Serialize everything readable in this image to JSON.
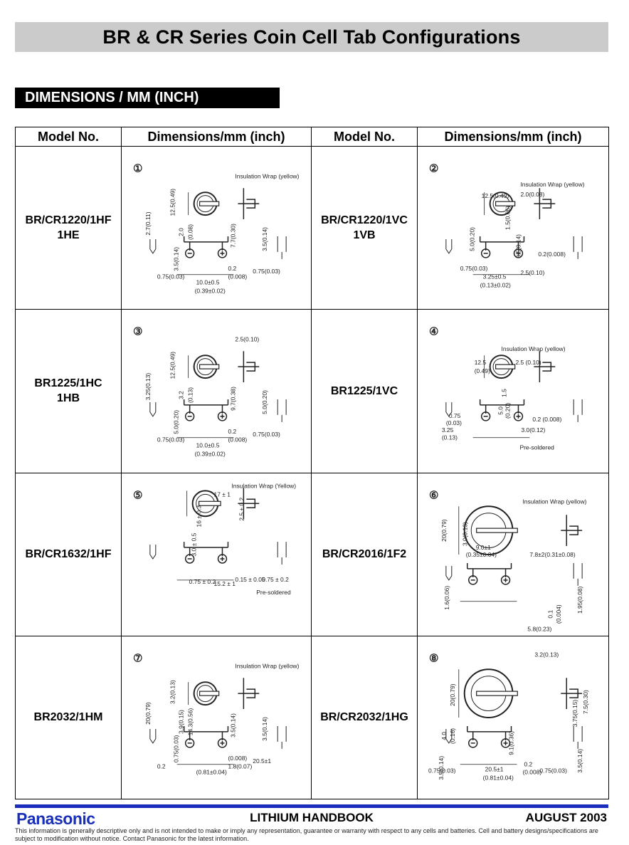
{
  "page": {
    "title": "BR & CR Series Coin Cell Tab Configurations",
    "section": "DIMENSIONS / MM (INCH)"
  },
  "table": {
    "headers": [
      "Model No.",
      "Dimensions/mm (inch)",
      "Model No.",
      "Dimensions/mm (inch)"
    ],
    "rows": [
      {
        "left": {
          "model_lines": [
            "BR/CR1220/1HF",
            "1HE"
          ],
          "diagram": {
            "number": "①",
            "labels": [
              "Insulation Wrap (yellow)",
              "12.5(0.49)",
              "2.7(0.11)",
              "2.0",
              "(0.08)",
              "7.7(0.30)",
              "3.5(0.14)",
              "3.5(0.14)",
              "0.75(0.03)",
              "0.2",
              "(0.008)",
              "0.75(0.03)",
              "10.0±0.5",
              "(0.39±0.02)"
            ]
          }
        },
        "right": {
          "model_lines": [
            "BR/CR1220/1VC",
            "1VB"
          ],
          "diagram": {
            "number": "②",
            "labels": [
              "Insulation Wrap (yellow)",
              "12.5(0.49)",
              "2.0(0.08)",
              "1.5(0.06)",
              "5.0(0.20)",
              "3.5(0.14)",
              "0.2(0.008)",
              "0.75(0.03)",
              "3.25±0.5",
              "(0.13±0.02)",
              "2.5(0.10)"
            ]
          }
        }
      },
      {
        "left": {
          "model_lines": [
            "BR1225/1HC",
            "1HB"
          ],
          "diagram": {
            "number": "③",
            "labels": [
              "2.5(0.10)",
              "12.5(0.49)",
              "3.25(0.13)",
              "3.2",
              "(0.13)",
              "9.7(0.38)",
              "5.0(0.20)",
              "5.0(0.20)",
              "0.75(0.03)",
              "0.2",
              "(0.008)",
              "0.75(0.03)",
              "10.0±0.5",
              "(0.39±0.02)"
            ]
          }
        },
        "right": {
          "model_lines": [
            "BR1225/1VC"
          ],
          "diagram": {
            "number": "④",
            "labels": [
              "Insulation Wrap (yellow)",
              "12.5",
              "(0.49)",
              "2.5 (0.10)",
              "1.5",
              "5.0",
              "(0.20)",
              "0.75",
              "(0.03)",
              "0.2 (0.008)",
              "3.25",
              "(0.13)",
              "3.0(0.12)",
              "Pre-soldered"
            ]
          }
        }
      },
      {
        "left": {
          "model_lines": [
            "BR/CR1632/1HF"
          ],
          "diagram": {
            "number": "⑤",
            "labels": [
              "Insulation Wrap (Yellow)",
              "17 ± 1",
              "16 ± 0.3",
              "2.5 ± 0.2",
              "3.0 ± 0.5",
              "0.75 ± 0.2",
              "15.2 ± 1",
              "0.15 ± 0.05",
              "0.75 ± 0.2",
              "Pre-soldered"
            ]
          }
        },
        "right": {
          "model_lines": [
            "BR/CR2016/1F2"
          ],
          "diagram": {
            "number": "⑥",
            "labels": [
              "Insulation Wrap (yellow)",
              "20(0.79)",
              "3.0(0.13)",
              "9.0±1",
              "(0.35±0.04)",
              "7.8±2(0.31±0.08)",
              "1.6(0.06)",
              "1.95(0.08)",
              "0.1",
              "(0.004)",
              "5.8(0.23)"
            ]
          }
        }
      },
      {
        "left": {
          "model_lines": [
            "BR2032/1HM"
          ],
          "diagram": {
            "number": "⑦",
            "labels": [
              "Insulation Wrap (yellow)",
              "3.2(0.13)",
              "20(0.79)",
              "3.9(0.15)",
              "14.3(0.56)",
              "3.5(0.14)",
              "3.5(0.14)",
              "0.75(0.03)",
              "0.2",
              "(0.008)",
              "1.8(0.07)",
              "20.5±1",
              "(0.81±0.04)"
            ]
          }
        },
        "right": {
          "model_lines": [
            "BR/CR2032/1HG"
          ],
          "diagram": {
            "number": "⑧",
            "labels": [
              "3.2(0.13)",
              "20(0.79)",
              "3.75(0.15)",
              "7.5(0.30)",
              "4.0",
              "(0.16)",
              "9.1(0.36)",
              "3.5(0.14)",
              "0.75(0.03)",
              "3.5(0.14)",
              "0.2",
              "(0.008)",
              "0.75(0.03)",
              "20.5±1",
              "(0.81±0.04)"
            ]
          }
        }
      }
    ]
  },
  "footer": {
    "brand": "Panasonic",
    "handbook": "LITHIUM HANDBOOK",
    "date": "AUGUST 2003",
    "disclaimer": "This information is generally descriptive only and is not intended to make or imply any representation, guarantee or warranty with respect to any cells and batteries. Cell and battery designs/specifications are subject to modification without notice. Contact Panasonic for the latest information."
  },
  "colors": {
    "title_bar": "#cbcbcb",
    "section_bar": "#000000",
    "footer_rule": "#1a2dbd",
    "brand": "#1a2fb8"
  }
}
